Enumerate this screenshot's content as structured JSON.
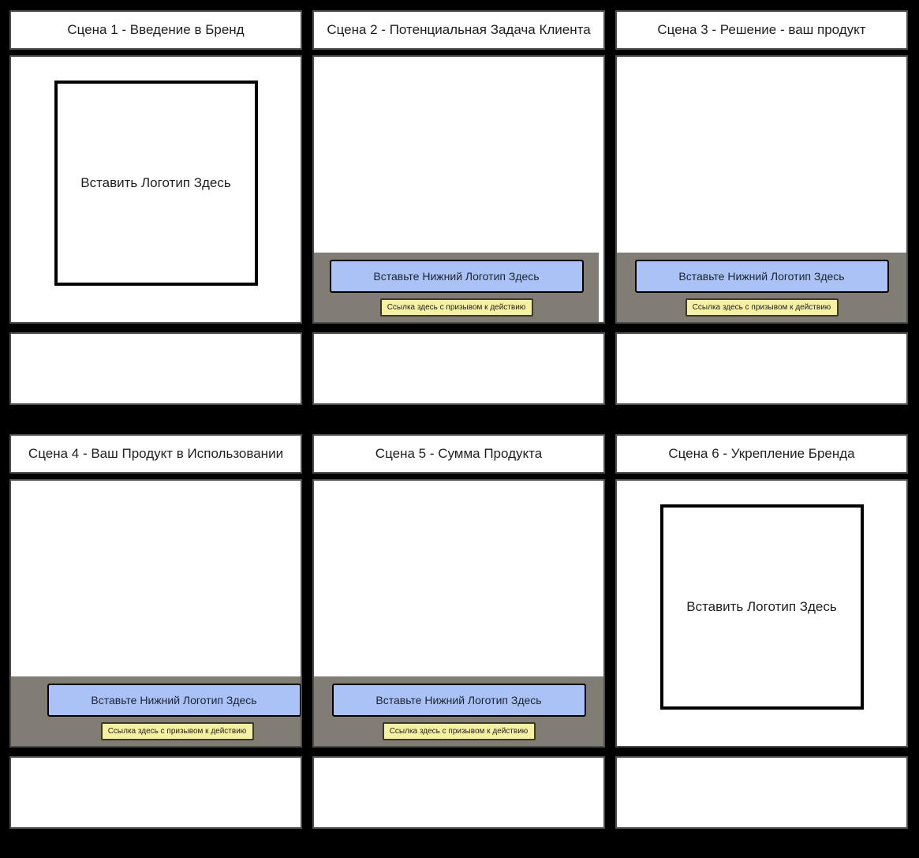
{
  "board": {
    "scenes": [
      {
        "title": "Сцена 1 - Введение в Бренд",
        "type": "logo",
        "logo_text": "Вставить Логотип Здесь"
      },
      {
        "title": "Сцена 2 - Потенциальная Задача Клиента",
        "type": "footer",
        "footer_logo_text": "Вставьте Нижний Логотип Здесь",
        "cta_text": "Ссылка здесь с призывом к действию"
      },
      {
        "title": "Сцена 3 - Решение - ваш продукт",
        "type": "footer",
        "footer_logo_text": "Вставьте Нижний Логотип Здесь",
        "cta_text": "Ссылка здесь с призывом к действию"
      },
      {
        "title": "Сцена 4 - Ваш Продукт в Использовании",
        "type": "footer",
        "footer_logo_text": "Вставьте Нижний Логотип Здесь",
        "cta_text": "Ссылка здесь с призывом к действию"
      },
      {
        "title": "Сцена 5 - Сумма Продукта",
        "type": "footer",
        "footer_logo_text": "Вставьте Нижний Логотип Здесь",
        "cta_text": "Ссылка здесь с призывом к действию"
      },
      {
        "title": "Сцена 6 - Укрепление Бренда",
        "type": "logo",
        "logo_text": "Вставить Логотип Здесь"
      }
    ],
    "colors": {
      "background": "#000000",
      "cell_fill": "#ffffff",
      "cell_border": "#4f4f4f",
      "title_text": "#1f1f1f",
      "footer_bar": "#817d74",
      "footer_logo_fill": "#aac2f5",
      "footer_logo_border": "#000000",
      "cta_fill": "#f6f1a2",
      "cta_border": "#3a3a24"
    }
  }
}
